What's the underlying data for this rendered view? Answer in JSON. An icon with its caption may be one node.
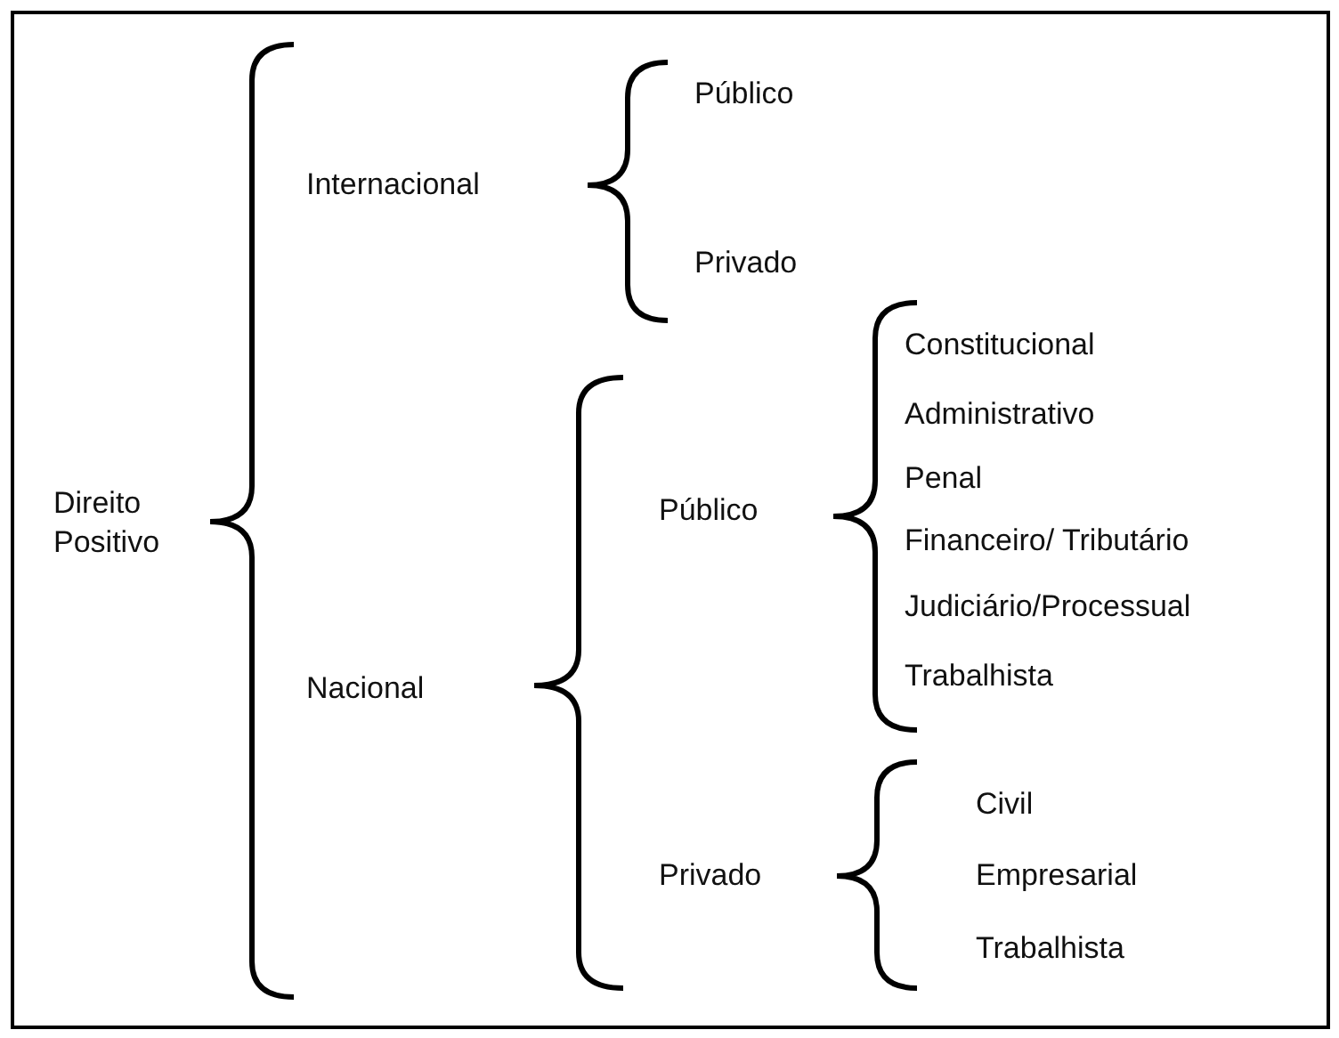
{
  "diagram": {
    "labels": [
      "Público",
      "Internacional",
      "Privado",
      "Constitucional",
      "Administrativo",
      "Direito Positivo",
      "Público",
      "Penal",
      "Financeiro/ Tributário",
      "Judiciário/Processual",
      "Nacional",
      "Trabalhista",
      "Civil",
      "Privado",
      "Empresarial",
      "Trabalhista"
    ]
  }
}
